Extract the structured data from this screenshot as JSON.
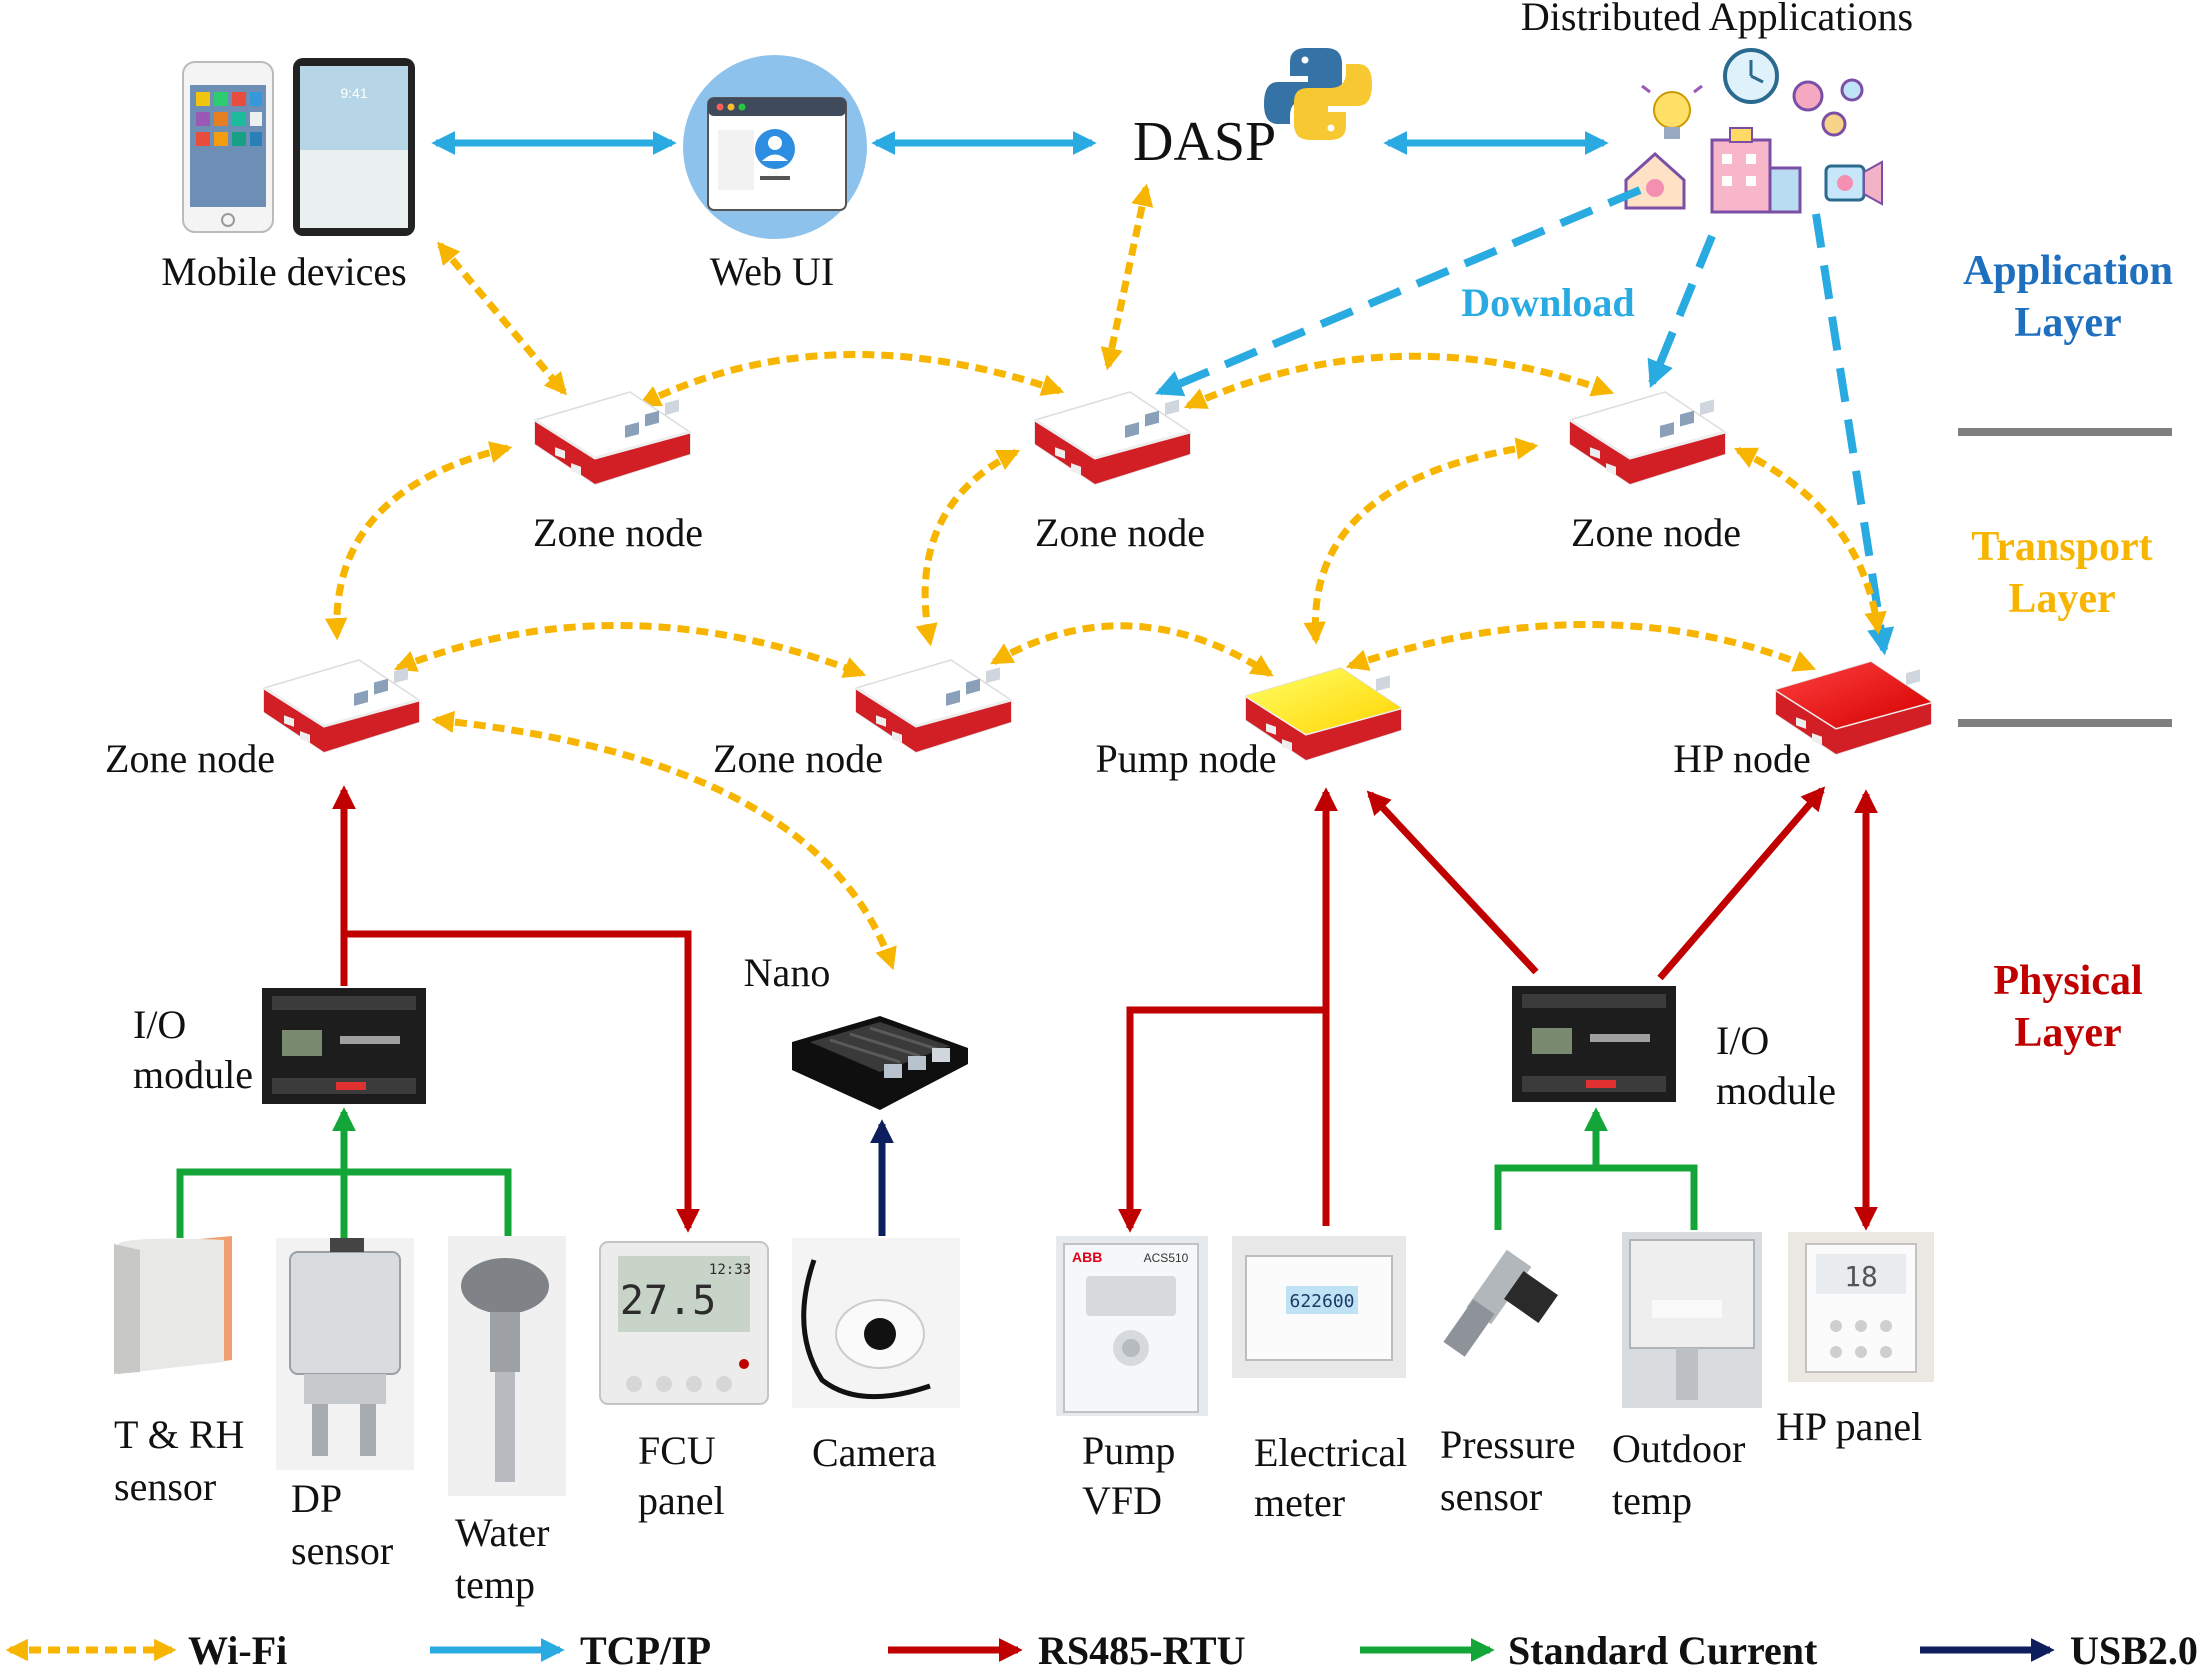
{
  "header": {
    "top_label": "Distributed Applications"
  },
  "app_nodes": {
    "mobile": "Mobile devices",
    "webui": "Web UI",
    "dasp": "DASP"
  },
  "download_label": "Download",
  "layers": {
    "application": [
      "Application",
      "Layer"
    ],
    "transport": [
      "Transport",
      "Layer"
    ],
    "physical": [
      "Physical",
      "Layer"
    ]
  },
  "transport_nodes": {
    "zone_top_left": "Zone node",
    "zone_top_mid": "Zone node",
    "zone_top_right": "Zone node",
    "zone_bottom_left": "Zone node",
    "zone_bottom_mid": "Zone node",
    "pump_node": "Pump node",
    "hp_node": "HP node"
  },
  "physical": {
    "io_left": [
      "I/O",
      "module"
    ],
    "io_right": [
      "I/O",
      "module"
    ],
    "nano": "Nano",
    "devices": {
      "trh": [
        "T & RH",
        "sensor"
      ],
      "dp": [
        "DP",
        "sensor"
      ],
      "water": [
        "Water",
        "temp"
      ],
      "fcu": [
        "FCU",
        "panel"
      ],
      "camera": [
        "Camera"
      ],
      "pump_vfd": [
        "Pump",
        "VFD"
      ],
      "meter": [
        "Electrical",
        "meter"
      ],
      "pressure": [
        "Pressure",
        "sensor"
      ],
      "outdoor": [
        "Outdoor",
        "temp"
      ],
      "hp_panel": [
        "HP panel"
      ]
    },
    "device_text": {
      "fcu_reading": "27.5",
      "fcu_time": "12:33",
      "meter_reading": "622600",
      "hp_reading": "18",
      "vfd_brand": "ABB",
      "vfd_model": "ACS510",
      "tablet_time": "9:41"
    }
  },
  "legend": [
    {
      "label": "Wi-Fi",
      "color": "#f7b500",
      "style": "dotted"
    },
    {
      "label": "TCP/IP",
      "color": "#29abe2",
      "style": "solid"
    },
    {
      "label": "RS485-RTU",
      "color": "#c00000",
      "style": "solid"
    },
    {
      "label": "Standard Current",
      "color": "#13a538",
      "style": "solid"
    },
    {
      "label": "USB2.0",
      "color": "#0c1f5c",
      "style": "solid"
    }
  ],
  "colors": {
    "wifi": "#f7b500",
    "tcp": "#29abe2",
    "rs485": "#c00000",
    "current": "#13a538",
    "usb": "#0c1f5c",
    "application_layer": "#1f6fbf",
    "transport_layer": "#f7b500",
    "physical_layer": "#c00000"
  }
}
